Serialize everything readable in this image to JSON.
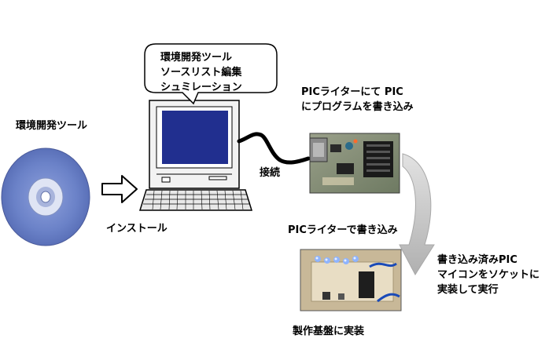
{
  "labels": {
    "tool_caption": "環境開発ツール",
    "install": "インストール",
    "connect": "接続",
    "writer_caption_line1": "PICライターにて PIC",
    "writer_caption_line2": "にプログラムを書き込み",
    "writer_write": "PICライターで書き込み",
    "execute_line1": "書き込み済みPIC",
    "execute_line2": "マイコンをソケットに",
    "execute_line3": "実装して実行",
    "board_caption": "製作基盤に実装"
  },
  "bubble": {
    "line1": "環境開発ツール",
    "line2": "ソースリスト編集",
    "line3": "シュミレーション"
  },
  "icons": [
    "cd-disc-icon",
    "arrow-right-icon",
    "computer-icon",
    "pic-writer-photo",
    "curved-arrow-down-icon",
    "breadboard-photo"
  ],
  "colors": {
    "disc": "#6b82c8",
    "screen": "#1c2a86",
    "arrow_gray": "#c8c8c8"
  }
}
